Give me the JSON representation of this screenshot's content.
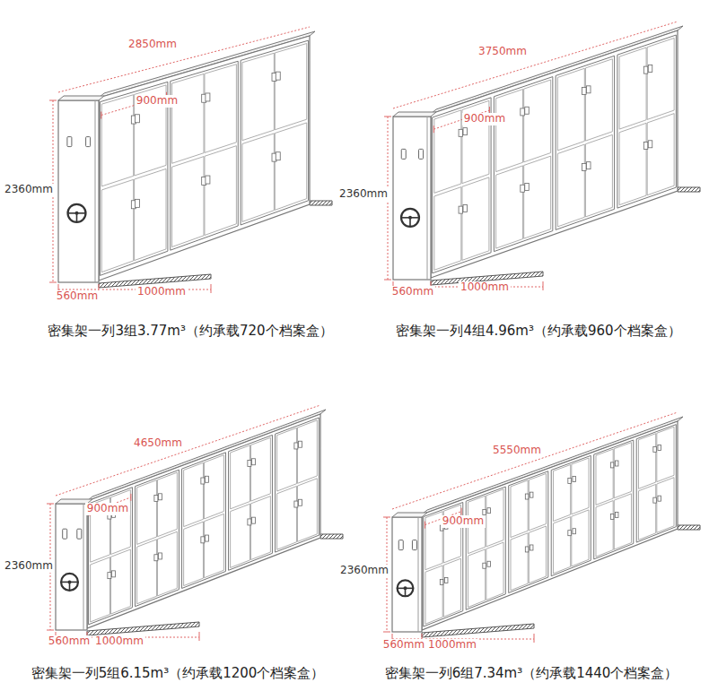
{
  "diagram": {
    "labels": [
      "2850mm",
      "900mm",
      "2360mm",
      "560mm",
      "1000mm",
      "密集架一列3组3.77m³（约承载720个档案盒）",
      "3750mm",
      "900mm",
      "2360mm",
      "560mm",
      "1000mm",
      "密集架一列4组4.96m³（约承载960个档案盒）",
      "4650mm",
      "900mm",
      "2360mm",
      "560mm",
      "1000mm",
      "密集架一列5组6.15m³（约承载1200个档案盒）",
      "5550mm",
      "900mm",
      "2360mm",
      "560mm",
      "1000mm",
      "密集架一列6组7.34m³（约承载1440个档案盒）"
    ]
  }
}
